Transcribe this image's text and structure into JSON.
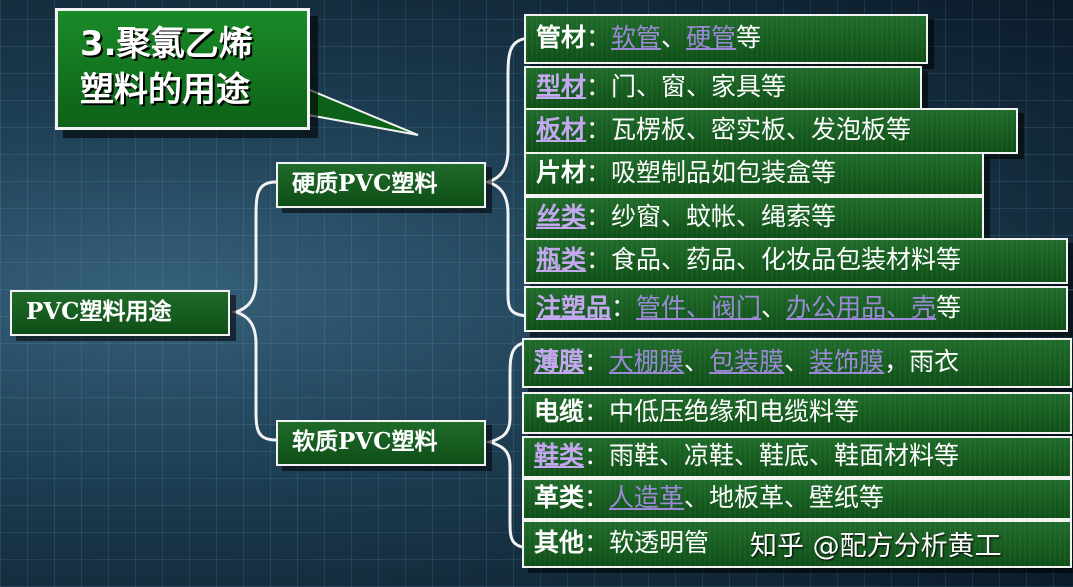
{
  "title": {
    "line1": "3.聚氯乙烯",
    "line2": "塑料的用途"
  },
  "root": {
    "label": "PVC塑料用途"
  },
  "rigid": {
    "label": "硬质PVC塑料",
    "items": [
      {
        "cat": "管材",
        "sep": "：",
        "parts": [
          {
            "text": "软管",
            "link": true
          },
          {
            "text": "、",
            "link": false
          },
          {
            "text": "硬管",
            "link": true
          },
          {
            "text": "等",
            "link": false
          }
        ]
      },
      {
        "cat": "型材",
        "cat_link": true,
        "sep": "：",
        "parts": [
          {
            "text": "门、窗、家具等",
            "link": false
          }
        ]
      },
      {
        "cat": "板材",
        "cat_link": true,
        "sep": "：",
        "parts": [
          {
            "text": "瓦楞板、密实板、发泡板等",
            "link": false
          }
        ]
      },
      {
        "cat": "片材",
        "sep": "：",
        "parts": [
          {
            "text": "吸塑制品如包装盒等",
            "link": false
          }
        ]
      },
      {
        "cat": "丝类",
        "cat_link": true,
        "sep": "：",
        "parts": [
          {
            "text": "纱窗、蚊帐、绳索等",
            "link": false
          }
        ]
      },
      {
        "cat": "瓶类",
        "cat_link": true,
        "sep": "：",
        "parts": [
          {
            "text": "食品、药品、化妆品包装材料等",
            "link": false
          }
        ]
      },
      {
        "cat": "注塑品",
        "cat_link": true,
        "sep": "：",
        "parts": [
          {
            "text": "管件、阀门",
            "link": true
          },
          {
            "text": "、",
            "link": false
          },
          {
            "text": "办公用品、壳",
            "link": true
          },
          {
            "text": "等",
            "link": false
          }
        ]
      }
    ]
  },
  "soft": {
    "label": "软质PVC塑料",
    "items": [
      {
        "cat": "薄膜",
        "cat_link": true,
        "sep": "：",
        "parts": [
          {
            "text": "大棚膜",
            "link": true
          },
          {
            "text": "、",
            "link": false
          },
          {
            "text": "包装膜",
            "link": true
          },
          {
            "text": "、",
            "link": false
          },
          {
            "text": "装饰膜",
            "link": true
          },
          {
            "text": "，雨衣",
            "link": false
          }
        ]
      },
      {
        "cat": "电缆",
        "sep": "：",
        "parts": [
          {
            "text": "中低压绝缘和电缆料等",
            "link": false
          }
        ]
      },
      {
        "cat": "鞋类",
        "cat_link": true,
        "sep": "：",
        "parts": [
          {
            "text": "雨鞋、凉鞋、鞋底、鞋面材料等",
            "link": false
          }
        ]
      },
      {
        "cat": "革类",
        "sep": "：",
        "parts": [
          {
            "text": "人造革",
            "link": true
          },
          {
            "text": "、地板革、壁纸等",
            "link": false
          }
        ]
      },
      {
        "cat": "其他",
        "sep": "：",
        "parts": [
          {
            "text": "软透明管",
            "link": false
          }
        ]
      }
    ]
  },
  "watermark": "知乎 @配方分析黄工"
}
